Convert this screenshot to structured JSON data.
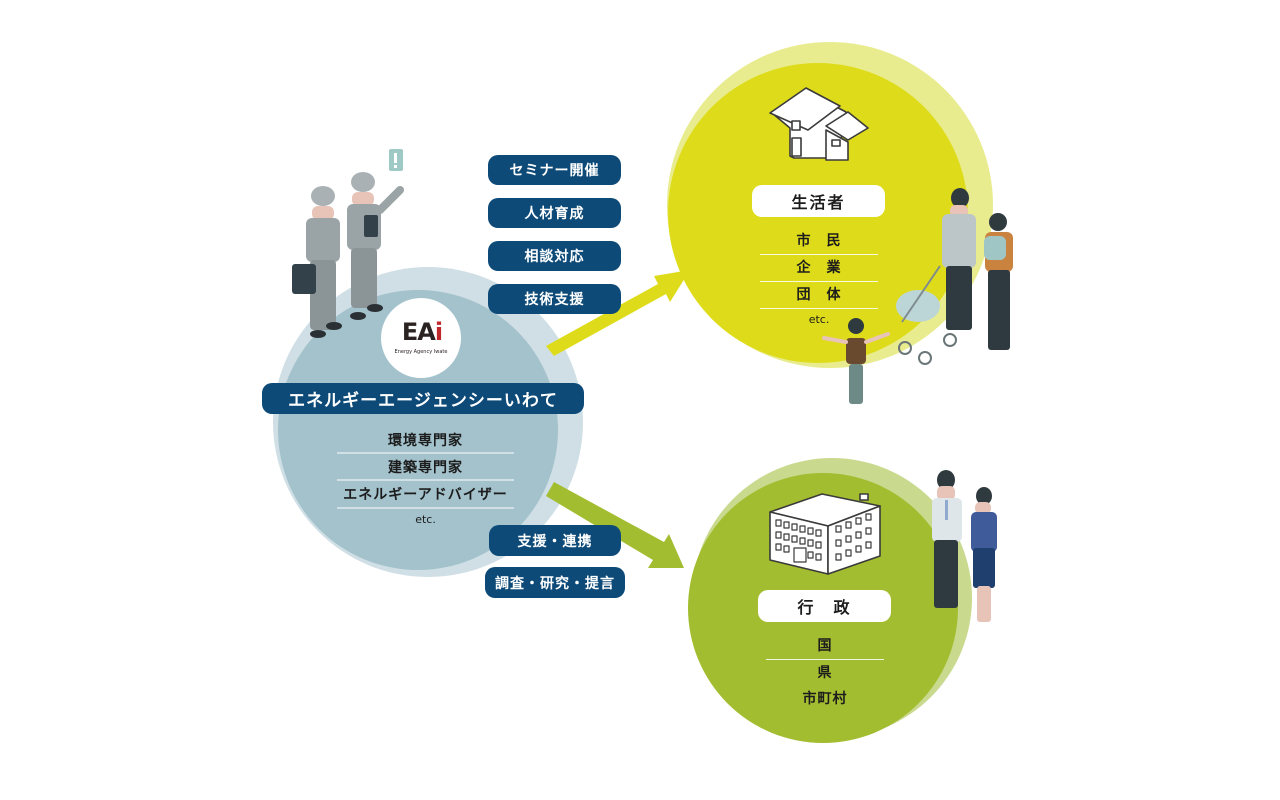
{
  "colors": {
    "navy": "#0d4a78",
    "left_outer": "#cfdfe5",
    "left_inner": "#a3c2cc",
    "top_outer": "#e9ec8e",
    "top_inner": "#dedc1a",
    "bottom_outer": "#c9da8f",
    "bottom_inner": "#a3bd30",
    "arrow_yellow": "#dedc1a",
    "arrow_green": "#a3bd30",
    "logo_red": "#c0272d"
  },
  "organization": {
    "logo": {
      "mark_main": "EA",
      "mark_accent": "i",
      "subtitle": "Energy Agency Iwate"
    },
    "name": "エネルギーエージェンシーいわて",
    "members": [
      "環境専門家",
      "建築専門家",
      "エネルギーアドバイザー"
    ],
    "etc": "etc."
  },
  "services_to_residents": [
    "セミナー開催",
    "人材育成",
    "相談対応",
    "技術支援"
  ],
  "services_to_government": [
    "支援・連携",
    "調査・研究・提言"
  ],
  "residents": {
    "icon": "house-icon",
    "title": "生活者",
    "items": [
      "市　民",
      "企　業",
      "団　体"
    ],
    "etc": "etc."
  },
  "government": {
    "icon": "office-building-icon",
    "title": "行　政",
    "items": [
      "国",
      "県",
      "市町村"
    ]
  }
}
